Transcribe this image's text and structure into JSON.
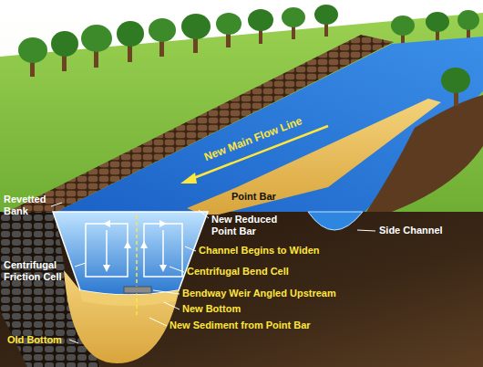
{
  "diagram": {
    "labels": [
      "Revetted Bank",
      "New Main Flow Line",
      "Point Bar",
      "New Reduced Point Bar",
      "Side Channel",
      "Channel Begins to Widen",
      "Centrifugal Friction Cell",
      "Centrifugal Bend Cell",
      "Bendway Weir Angled Upstream",
      "New Bottom",
      "New Sediment from Point Bar",
      "Old Bottom"
    ]
  }
}
